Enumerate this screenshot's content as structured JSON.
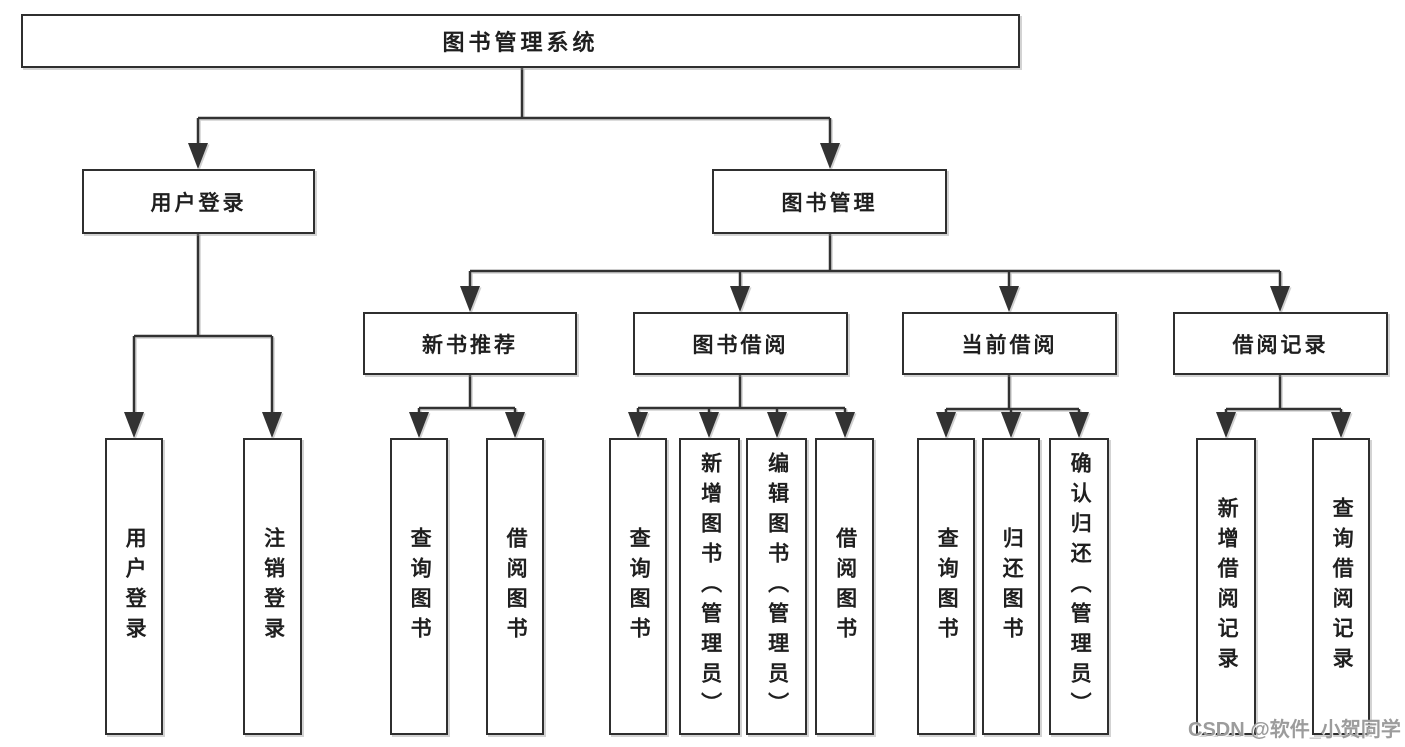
{
  "nodes": {
    "root": "图书管理系统",
    "level2": {
      "user_login": "用户登录",
      "book_mgmt": "图书管理"
    },
    "level3": {
      "new_books": "新书推荐",
      "book_borrow": "图书借阅",
      "current_borrow": "当前借阅",
      "borrow_records": "借阅记录"
    },
    "leaves": {
      "user_login": "用户登录",
      "logout": "注销登录",
      "nb_query_book": "查询图书",
      "nb_borrow_book": "借阅图书",
      "bb_query_book": "查询图书",
      "bb_add_book": "新增图书（管理员）",
      "bb_edit_book": "编辑图书（管理员）",
      "bb_borrow_book": "借阅图书",
      "cb_query_book": "查询图书",
      "cb_return_book": "归还图书",
      "cb_confirm_return": "确认归还（管理员）",
      "br_add_record": "新增借阅记录",
      "br_query_record": "查询借阅记录"
    }
  },
  "watermark": "CSDN @软件_小贺同学",
  "colors": {
    "background": "#ffffff",
    "node_fill": "#ffffff",
    "node_border": "#2f2f2f",
    "line": "#333333",
    "text": "#1f1f1f",
    "watermark": "#9c9c9c"
  }
}
